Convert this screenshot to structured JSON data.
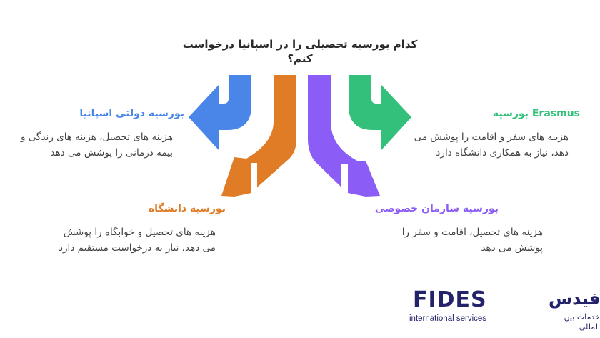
{
  "title": "کدام بورسیه تحصیلی را در اسپانیا درخواست کنم؟",
  "options": [
    {
      "id": "government",
      "label": "بورسیه دولتی اسپانیا",
      "description": "هزینه های تحصیل، هزینه های زندگی و بیمه درمانی را پوشش می دهد",
      "color": "#4a86e8"
    },
    {
      "id": "erasmus",
      "label": "Erasmus بورسیه",
      "description": "هزینه های سفر و اقامت را پوشش می دهد، نیاز به همکاری دانشگاه دارد",
      "color": "#32c07a"
    },
    {
      "id": "university",
      "label": "بورسیه دانشگاه",
      "description": "هزینه های تحصیل و خوابگاه را پوشش می دهد، نیاز به درخواست مستقیم دارد",
      "color": "#e07b26"
    },
    {
      "id": "private",
      "label": "بورسیه سازمان خصوصی",
      "description": "هزینه های تحصیل، اقامت و سفر را پوشش می دهد",
      "color": "#8b5cf6"
    }
  ],
  "logo": {
    "english_name": "FIDES",
    "english_sub": "international services",
    "persian_name": "فیدس",
    "persian_sub": "خدمات بین المللی",
    "color": "#23236b"
  }
}
